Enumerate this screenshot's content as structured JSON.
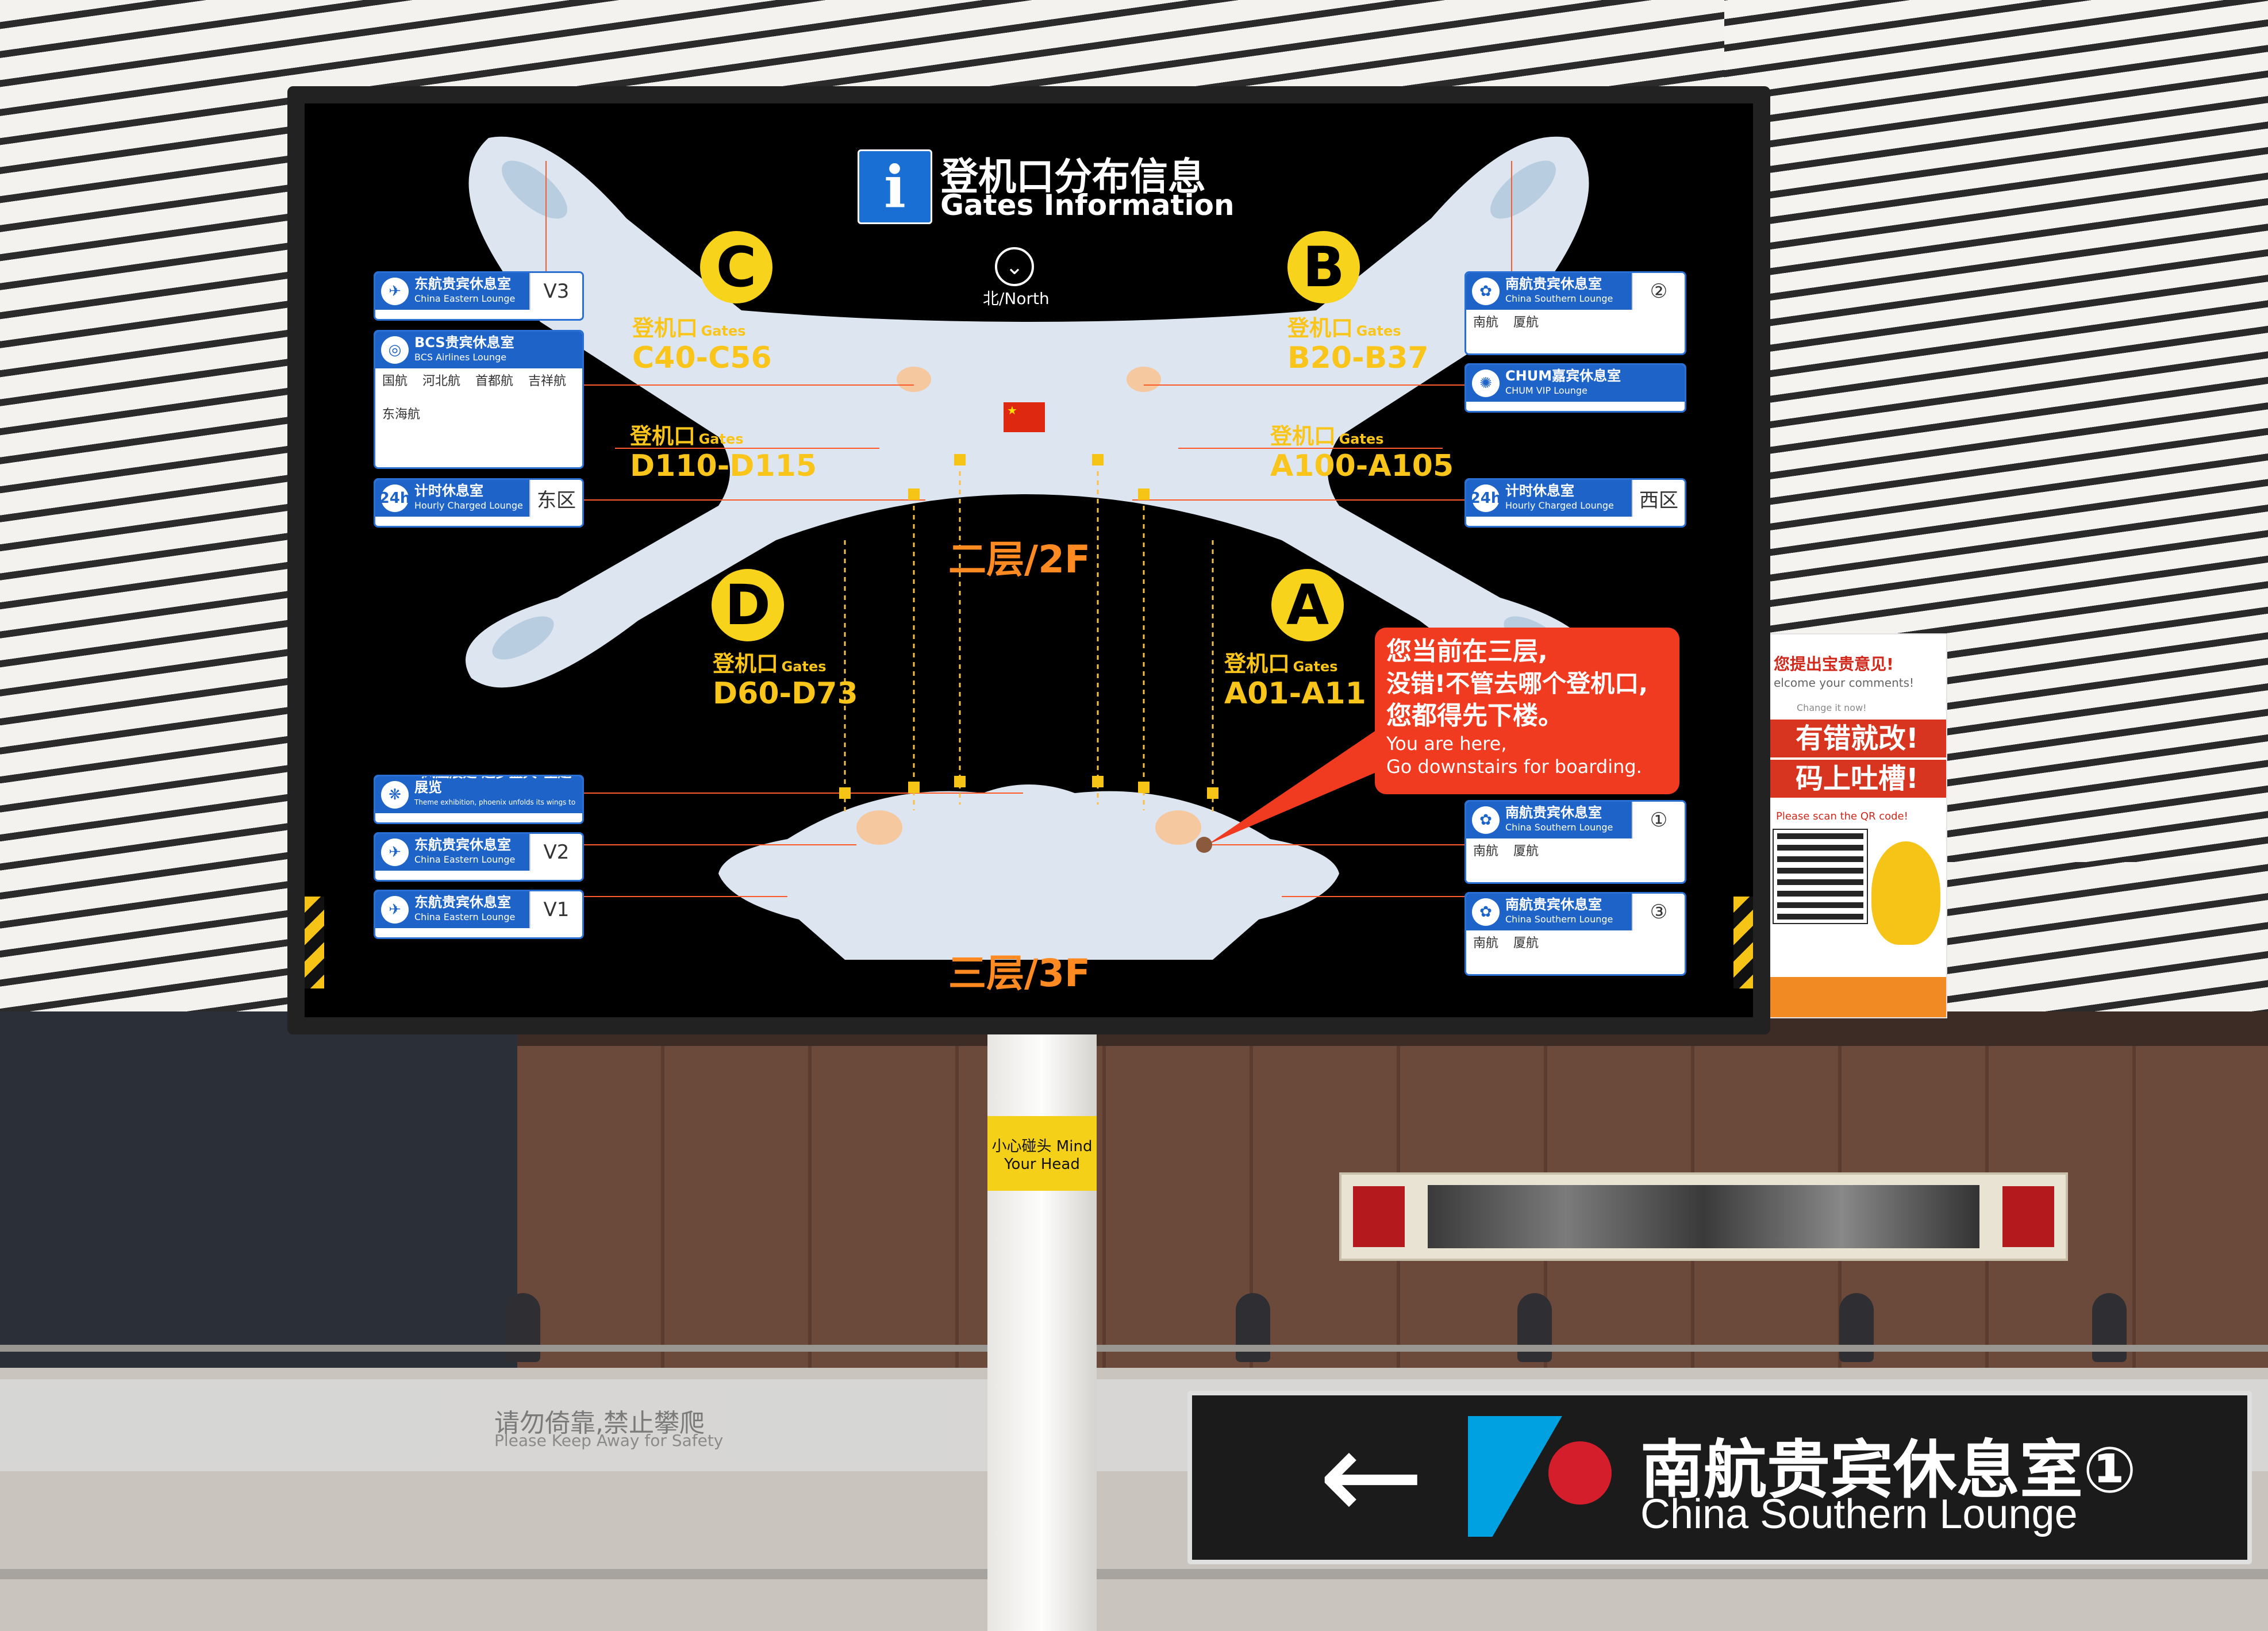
{
  "header": {
    "info_icon": "i",
    "title_cn": "登机口分布信息",
    "title_en": "Gates Information",
    "north": "北/North",
    "north_icon": "north-arrow-icon"
  },
  "gates": {
    "C": {
      "letter": "C",
      "cn": "登机口",
      "en": "Gates",
      "range": "C40-C56"
    },
    "B": {
      "letter": "B",
      "cn": "登机口",
      "en": "Gates",
      "range": "B20-B37"
    },
    "D_inner": {
      "cn": "登机口",
      "en": "Gates",
      "range": "D110-D115"
    },
    "A_inner": {
      "cn": "登机口",
      "en": "Gates",
      "range": "A100-A105"
    },
    "D": {
      "letter": "D",
      "cn": "登机口",
      "en": "Gates",
      "range": "D60-D73"
    },
    "A": {
      "letter": "A",
      "cn": "登机口",
      "en": "Gates",
      "range": "A01-A11"
    }
  },
  "floors": {
    "f2": "二层/2F",
    "f3": "三层/3F"
  },
  "left_cards": [
    {
      "cn": "东航贵宾休息室",
      "en": "China Eastern Lounge",
      "tag": "V3"
    },
    {
      "cn": "BCS贵宾休息室",
      "en": "BCS Airlines Lounge",
      "rows": [
        "国航",
        "河北航",
        "首都航",
        "吉祥航",
        "东海航"
      ]
    },
    {
      "cn": "计时休息室",
      "en": "Hourly Charged Lounge",
      "tag": "东区",
      "prefix": "24h"
    },
    {
      "cn": "\"凤凰展翅 逐梦蓝天\"主题展览",
      "en": "Theme exhibition, phoenix unfolds its wings to soar into the sky"
    },
    {
      "cn": "东航贵宾休息室",
      "en": "China Eastern Lounge",
      "tag": "V2"
    },
    {
      "cn": "东航贵宾休息室",
      "en": "China Eastern Lounge",
      "tag": "V1"
    }
  ],
  "right_cards": [
    {
      "cn": "南航贵宾休息室",
      "en": "China Southern Lounge",
      "tag": "②",
      "rows": [
        "南航",
        "厦航"
      ]
    },
    {
      "cn": "CHUM嘉宾休息室",
      "en": "CHUM VIP Lounge"
    },
    {
      "cn": "计时休息室",
      "en": "Hourly Charged Lounge",
      "tag": "西区",
      "prefix": "24h"
    },
    {
      "cn": "南航贵宾休息室",
      "en": "China Southern Lounge",
      "tag": "①",
      "rows": [
        "南航",
        "厦航"
      ]
    },
    {
      "cn": "南航贵宾休息室",
      "en": "China Southern Lounge",
      "tag": "③",
      "rows": [
        "南航",
        "厦航"
      ]
    }
  ],
  "callout": {
    "l1": "您当前在三层,",
    "l2": "没错!不管去哪个登机口,",
    "l3": "您都得先下楼。",
    "en1": "You are here,",
    "en2": "Go downstairs for boarding."
  },
  "comment_poster": {
    "t1": "您提出宝贵意见!",
    "t2": "elcome your comments!",
    "t3": "Change it now!",
    "big1": "有错就改!",
    "big2": "码上吐槽!",
    "t4": "Please scan the QR code!"
  },
  "pole_label": "小心碰头 Mind Your Head",
  "warning": {
    "cn": "请勿倚靠,禁止攀爬",
    "en": "Please Keep Away for Safety"
  },
  "direction_sign": {
    "arrow": "←",
    "cn": "南航贵宾休息室①",
    "en": "China Southern Lounge"
  },
  "colors": {
    "accent_yellow": "#f9c51a",
    "floor_orange": "#ff8a22",
    "callout_red": "#f03b21",
    "card_blue": "#1e64c8"
  }
}
